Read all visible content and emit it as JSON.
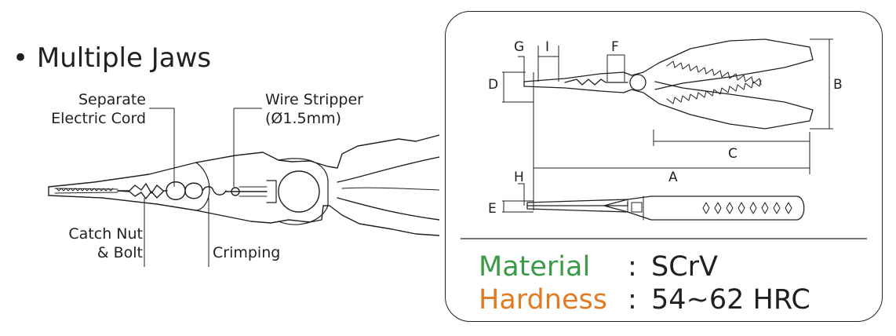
{
  "colors": {
    "ink": "#231f20",
    "material": "#3a9a47",
    "hardness": "#e07b24"
  },
  "left": {
    "title": "• Multiple Jaws",
    "callouts": {
      "separate_cord": [
        "Separate",
        "Electric Cord"
      ],
      "wire_stripper": [
        "Wire Stripper",
        "(Ø1.5mm)"
      ],
      "catch_nut": [
        "Catch Nut",
        "& Bolt"
      ],
      "crimping": "Crimping"
    }
  },
  "right": {
    "dims": {
      "A": "A",
      "B": "B",
      "C": "C",
      "D": "D",
      "E": "E",
      "F": "F",
      "G": "G",
      "H": "H",
      "I": "I"
    },
    "specs": [
      {
        "label": "Material",
        "value": "SCrV"
      },
      {
        "label": "Hardness",
        "value": "54~62 HRC"
      }
    ],
    "colon": ":"
  }
}
